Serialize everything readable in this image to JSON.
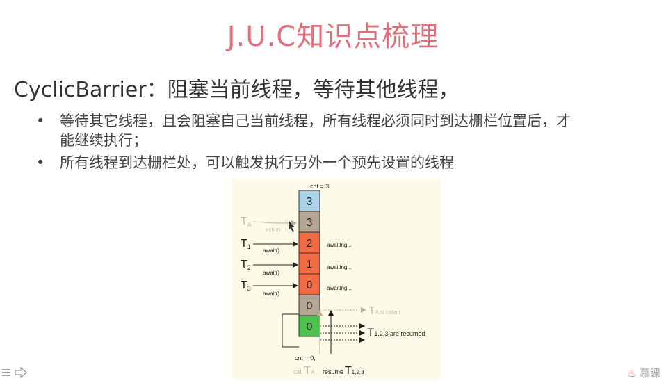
{
  "slide": {
    "title": "J.U.C知识点梳理",
    "heading": "CyclicBarrier：阻塞当前线程，等待其他线程，",
    "bullets": [
      "等待其它线程，且会阻塞自己当前线程，所有线程必须同时到达栅栏位置后，才能继续执行；",
      "所有线程到达栅栏处，可以触发执行另外一个预先设置的线程"
    ],
    "bullet_marker": "•"
  },
  "diagram": {
    "cnt_top": "cnt = 3",
    "cells": [
      "3",
      "3",
      "2",
      "1",
      "0",
      "0",
      "0"
    ],
    "cell_colors": [
      "#a9d3e9",
      "#b5a594",
      "#f26b44",
      "#f26b44",
      "#f26b44",
      "#b5a594",
      "#4cc24c"
    ],
    "action_thread": "T",
    "action_sub": "A",
    "action_label": "action",
    "threads": [
      {
        "name": "T",
        "sub": "1",
        "call": "await()"
      },
      {
        "name": "T",
        "sub": "2",
        "call": "await()"
      },
      {
        "name": "T",
        "sub": "3",
        "call": "await()"
      }
    ],
    "awaiting_label": "awaiting...",
    "ta_called_main": "T",
    "ta_called_sub": "A is called",
    "resumed_main": "T",
    "resumed_sub": "1,2,3 are resumed",
    "cnt_bottom": "cnt = 0,",
    "call_word": "call",
    "call_thread": "T",
    "call_sub": "A",
    "resume_word": "resume",
    "resume_thread": "T",
    "resume_sub": "1,2,3"
  },
  "footer": {
    "nav_icon": "list-arrow-icon",
    "brand_icon": "flame-icon",
    "brand_text": "慕课"
  }
}
